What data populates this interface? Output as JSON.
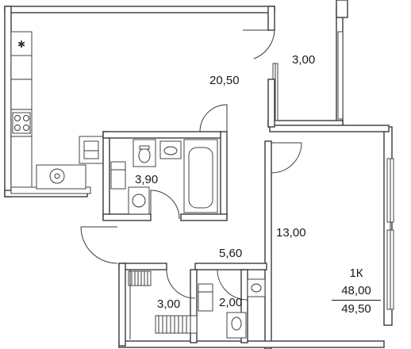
{
  "apartment": {
    "type": "1К",
    "area_living_total": "48,00",
    "area_total": "49,50"
  },
  "rooms": [
    {
      "id": "kitchen-living",
      "area": "20,50"
    },
    {
      "id": "balcony-top",
      "area": "3,00"
    },
    {
      "id": "bathroom",
      "area": "3,90"
    },
    {
      "id": "bedroom",
      "area": "13,00"
    },
    {
      "id": "hallway",
      "area": "5,60"
    },
    {
      "id": "loggia-bottom",
      "area": "3,00"
    },
    {
      "id": "wc",
      "area": "2,00"
    }
  ]
}
